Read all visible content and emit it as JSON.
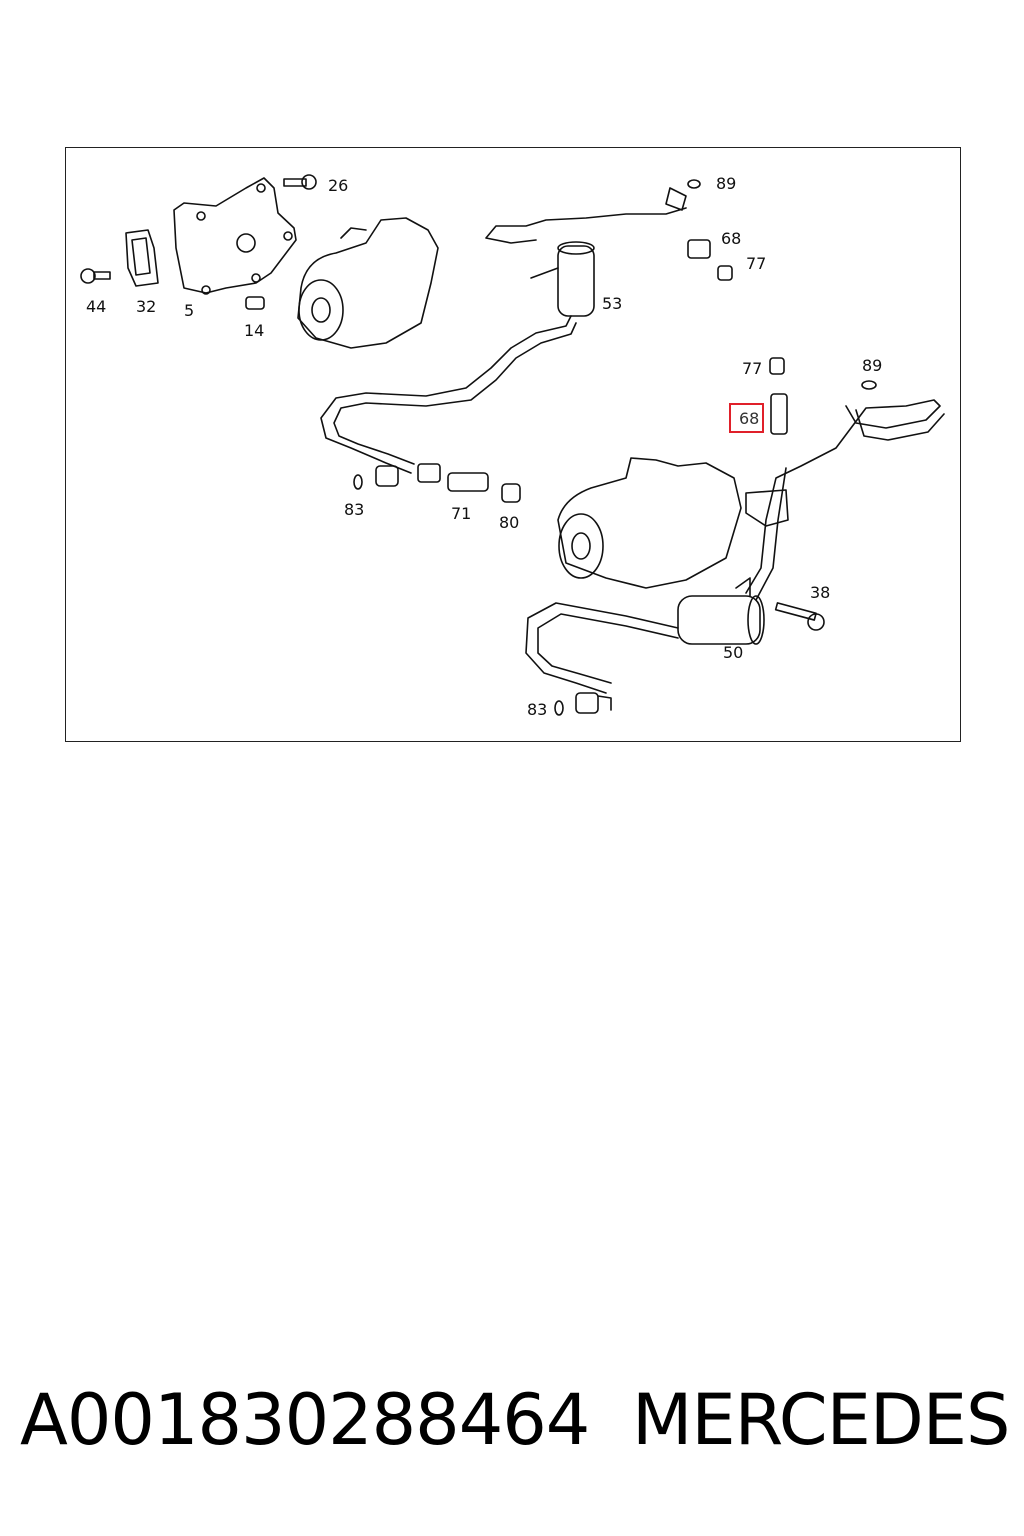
{
  "diagram": {
    "callouts": {
      "c26": "26",
      "c89_top": "89",
      "c68_top": "68",
      "c77_top": "77",
      "c44": "44",
      "c32": "32",
      "c5": "5",
      "c14": "14",
      "c53": "53",
      "c77_mid": "77",
      "c89_mid": "89",
      "c68_mid": "68",
      "c83_left": "83",
      "c71": "71",
      "c80": "80",
      "c38": "38",
      "c50": "50",
      "c83_bottom": "83"
    },
    "highlighted_part": "68",
    "highlight_color": "#e0202a"
  },
  "footer": {
    "part_number": "A001830288464",
    "brand": "MERCEDES"
  }
}
